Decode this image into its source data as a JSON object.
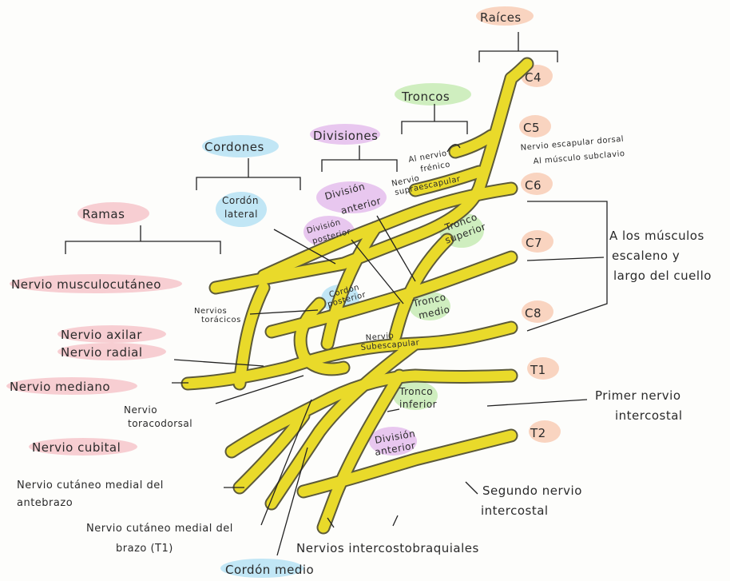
{
  "headers": {
    "raices": "Raíces",
    "troncos": "Troncos",
    "divisiones": "Divisiones",
    "cordones": "Cordones",
    "ramas": "Ramas"
  },
  "roots": [
    "C4",
    "C5",
    "C6",
    "C7",
    "C8",
    "T1",
    "T2"
  ],
  "labels": {
    "nervio_escapular_dorsal": "Nervio escapular dorsal",
    "al_musculo_subclavio": "Al músculo subclavio",
    "al_nervio_frenico_1": "Al nervio",
    "al_nervio_frenico_2": "frénico",
    "nervio_supraescapular_1": "Nervio",
    "nervio_supraescapular_2": "supraescapular",
    "a_los_musculos_1": "A los músculos",
    "a_los_musculos_2": "escaleno y",
    "a_los_musculos_3": "largo del cuello",
    "primer_nervio_intercostal_1": "Primer nervio",
    "primer_nervio_intercostal_2": "intercostal",
    "segundo_nervio_intercostal_1": "Segundo nervio",
    "segundo_nervio_intercostal_2": "intercostal",
    "nervios_intercostobraquiales": "Nervios intercostobraquiales",
    "cordon_medio": "Cordón medio",
    "nervio_cutaneo_medial_brazo_1": "Nervio cutáneo medial del",
    "nervio_cutaneo_medial_brazo_2": "brazo (T1)",
    "nervio_cutaneo_medial_antebrazo_1": "Nervio cutáneo medial del",
    "nervio_cutaneo_medial_antebrazo_2": "antebrazo",
    "nervio_cubital": "Nervio cubital",
    "nervio_mediano": "Nervio mediano",
    "nervio_radial": "Nervio radial",
    "nervio_axilar": "Nervio axilar",
    "nervio_musculocutaneo": "Nervio musculocutáneo",
    "nervios_toracicos_1": "Nervios",
    "nervios_toracicos_2": "torácicos",
    "nervio_toracodorsal_1": "Nervio",
    "nervio_toracodorsal_2": "toracodorsal",
    "cordon_lateral_1": "Cordón",
    "cordon_lateral_2": "lateral",
    "division_anterior_sup_1": "División",
    "division_anterior_sup_2": "anterior",
    "division_posterior_1": "División",
    "division_posterior_2": "posterior",
    "cordon_posterior_1": "Cordón",
    "cordon_posterior_2": "posterior",
    "nervio_subescapular_1": "Nervio",
    "nervio_subescapular_2": "Subescapular",
    "tronco_superior_1": "Tronco",
    "tronco_superior_2": "superior",
    "tronco_medio_1": "Tronco",
    "tronco_medio_2": "medio",
    "tronco_inferior_1": "Tronco",
    "tronco_inferior_2": "inferior",
    "division_anterior_inf_1": "División",
    "division_anterior_inf_2": "anterior"
  },
  "colors": {
    "nerve": "#e9da2a",
    "pink": "#f2a7b0",
    "salmon": "#f5b38f",
    "purple": "#d79ae6",
    "blue": "#8fd3f0",
    "green": "#a9e28e"
  }
}
